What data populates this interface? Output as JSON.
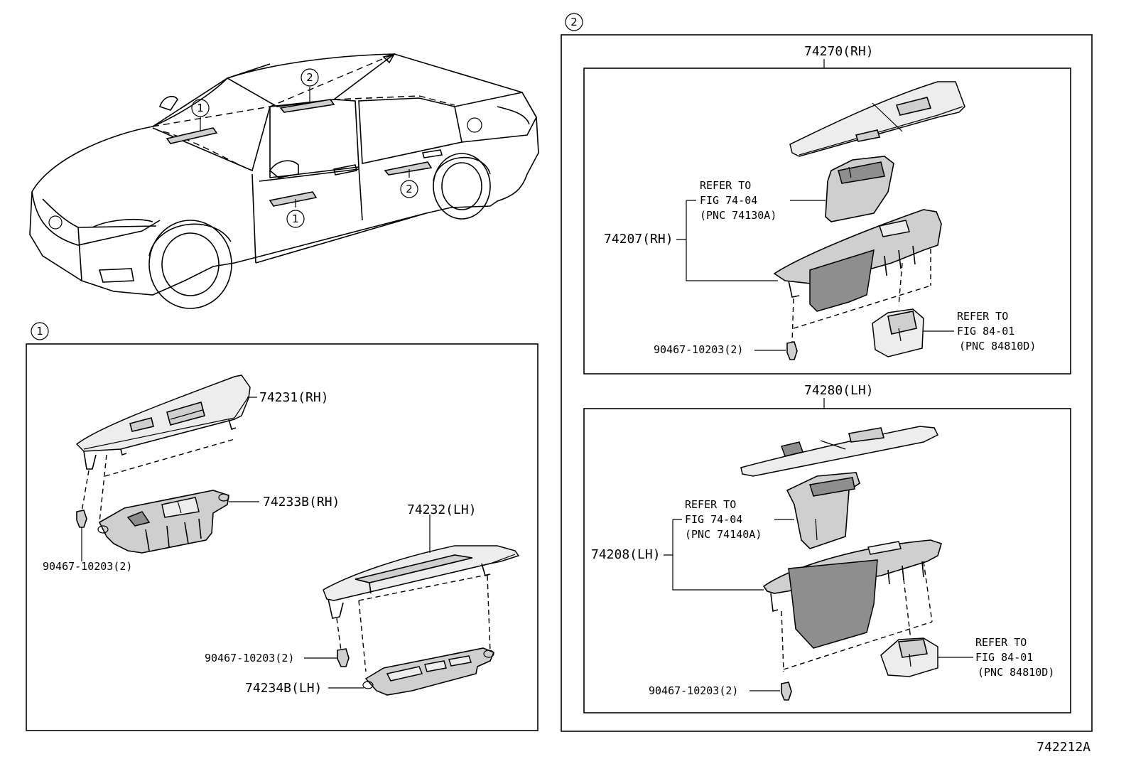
{
  "callouts": {
    "one": "1",
    "two": "2"
  },
  "footer": {
    "figure_code": "742212A"
  },
  "section1": {
    "part_74231": "74231(RH)",
    "part_74233b": "74233B(RH)",
    "clip_a": "90467-10203(2)",
    "part_74232": "74232(LH)",
    "clip_b": "90467-10203(2)",
    "part_74234b": "74234B(LH)"
  },
  "section2_rh": {
    "title": "74270(RH)",
    "refer1_line1": "REFER TO",
    "refer1_line2": "FIG 74-04",
    "refer1_line3": "(PNC 74130A)",
    "part_74207": "74207(RH)",
    "refer2_line1": "REFER TO",
    "refer2_line2": "FIG 84-01",
    "refer2_line3": "(PNC 84810D)",
    "clip": "90467-10203(2)"
  },
  "section2_lh": {
    "title": "74280(LH)",
    "refer1_line1": "REFER TO",
    "refer1_line2": "FIG 74-04",
    "refer1_line3": "(PNC 74140A)",
    "part_74208": "74208(LH)",
    "refer2_line1": "REFER TO",
    "refer2_line2": "FIG 84-01",
    "refer2_line3": "(PNC 84810D)",
    "clip": "90467-10203(2)"
  }
}
